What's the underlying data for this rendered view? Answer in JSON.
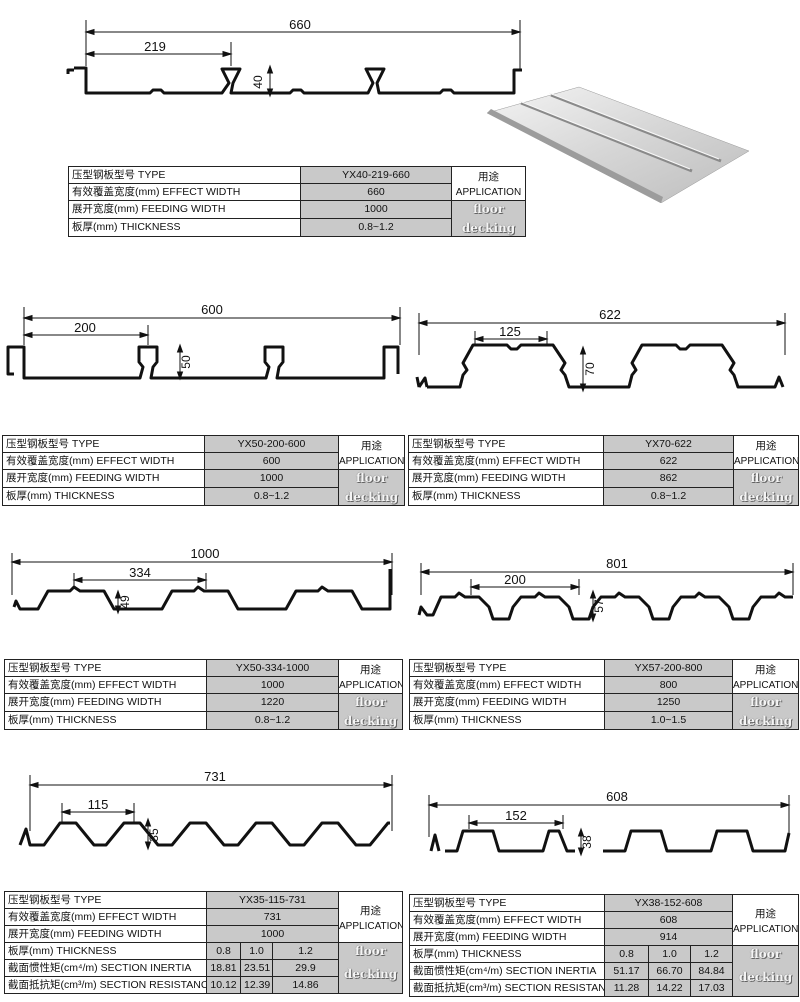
{
  "app_label_zh": "用途",
  "app_label_en": "APPLICATION",
  "app_floor": "floor",
  "app_decking": "decking",
  "row_labels": {
    "type": "压型钢板型号  TYPE",
    "effect": "有效覆盖宽度(mm)  EFFECT WIDTH",
    "feeding": "展开宽度(mm)  FEEDING WIDTH",
    "thickness": "板厚(mm)  THICKNESS",
    "inertia": "截面惯性矩(cm⁴/m)  SECTION INERTIA",
    "resist": "截面抵抗矩(cm³/m)  SECTION RESISTANC"
  },
  "profiles": [
    {
      "dims": {
        "total": "660",
        "pitch": "219",
        "height": "40"
      },
      "type": "YX40-219-660",
      "effect": "660",
      "feeding": "1000",
      "thickness": "0.8~1.2"
    },
    {
      "dims": {
        "total": "600",
        "pitch": "200",
        "height": "50"
      },
      "type": "YX50-200-600",
      "effect": "600",
      "feeding": "1000",
      "thickness": "0.8~1.2"
    },
    {
      "dims": {
        "total": "622",
        "pitch": "125",
        "height": "70"
      },
      "type": "YX70-622",
      "effect": "622",
      "feeding": "862",
      "thickness": "0.8~1.2"
    },
    {
      "dims": {
        "total": "1000",
        "pitch": "334",
        "height": "49"
      },
      "type": "YX50-334-1000",
      "effect": "1000",
      "feeding": "1220",
      "thickness": "0.8~1.2"
    },
    {
      "dims": {
        "total": "801",
        "pitch": "200",
        "height": "57"
      },
      "type": "YX57-200-800",
      "effect": "800",
      "feeding": "1250",
      "thickness": "1.0~1.5"
    },
    {
      "dims": {
        "total": "731",
        "pitch": "115",
        "height": "35"
      },
      "type": "YX35-115-731",
      "effect": "731",
      "feeding": "1000",
      "thickness_vals": [
        "0.8",
        "1.0",
        "1.2"
      ],
      "inertia_vals": [
        "18.81",
        "23.51",
        "29.9"
      ],
      "resist_vals": [
        "10.12",
        "12.39",
        "14.86"
      ]
    },
    {
      "dims": {
        "total": "608",
        "pitch": "152",
        "height": "38"
      },
      "type": "YX38-152-608",
      "effect": "608",
      "feeding": "914",
      "thickness_vals": [
        "0.8",
        "1.0",
        "1.2"
      ],
      "inertia_vals": [
        "51.17",
        "66.70",
        "84.84"
      ],
      "resist_vals": [
        "11.28",
        "14.22",
        "17.03"
      ]
    }
  ]
}
